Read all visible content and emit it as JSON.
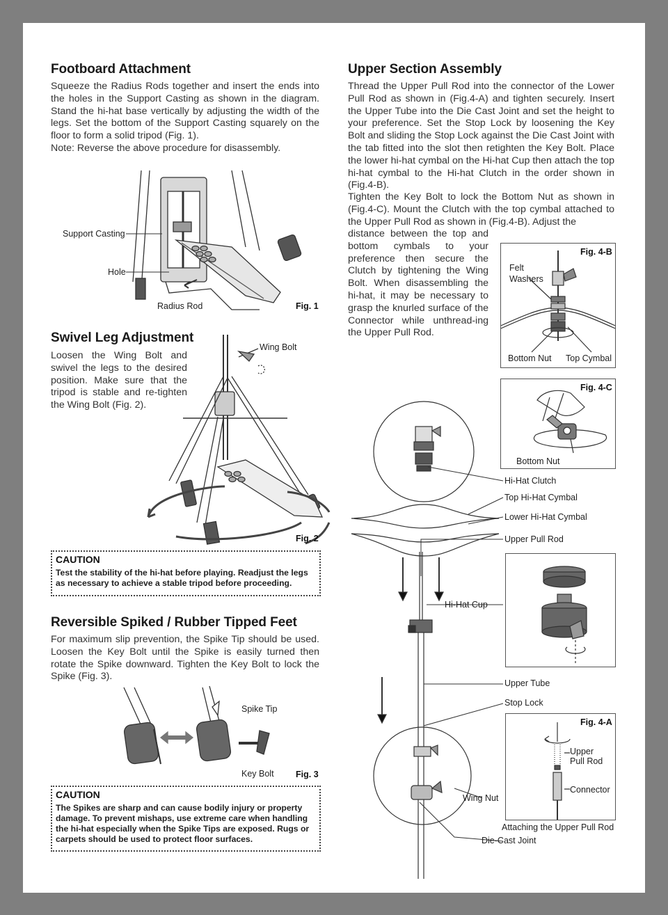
{
  "footboard": {
    "title": "Footboard Attachment",
    "body": "Squeeze the Radius Rods together and insert the ends into the holes in the Support Casting as shown in the diagram. Stand the hi-hat base vertically by adjusting the width of the legs. Set the bottom of the Support Casting squarely on the floor to form a solid tripod (Fig. 1).",
    "note": "Note: Reverse the above procedure for disassembly.",
    "labels": {
      "support_casting": "Support Casting",
      "hole": "Hole",
      "radius_rod": "Radius Rod"
    },
    "fig": "Fig. 1"
  },
  "swivel": {
    "title": "Swivel Leg Adjustment",
    "body": "Loosen the Wing Bolt and swivel the legs to the desired position. Make sure that the tripod is stable and re-tighten the Wing Bolt (Fig. 2).",
    "labels": {
      "wing_bolt": "Wing Bolt"
    },
    "fig": "Fig. 2"
  },
  "caution1": {
    "title": "CAUTION",
    "body": "Test the stability of the hi-hat before playing. Readjust the legs as necessary to achieve a stable tripod before proceeding."
  },
  "feet": {
    "title": "Reversible Spiked / Rubber Tipped Feet",
    "body": "For maximum slip prevention, the Spike Tip should be used. Loosen the Key Bolt until the Spike is easily turned then rotate the Spike downward. Tighten the Key Bolt to lock the Spike  (Fig. 3).",
    "labels": {
      "spike_tip": "Spike Tip",
      "key_bolt": "Key Bolt"
    },
    "fig": "Fig. 3"
  },
  "caution2": {
    "title": "CAUTION",
    "body": "The Spikes are sharp and can cause bodily injury or property damage. To prevent mishaps, use extreme care when handling the hi-hat especially when the Spike Tips are exposed. Rugs or carpets should be used to protect floor surfaces."
  },
  "upper": {
    "title": "Upper Section Assembly",
    "body1": "Thread the Upper Pull Rod into the connector of the Lower Pull Rod as shown in (Fig.4-A) and tighten securely. Insert the Upper Tube into the Die Cast Joint and set the height to your preference. Set the Stop Lock by loosening the Key Bolt and sliding the Stop Lock against the Die Cast Joint with the tab fitted into the slot then retighten the Key Bolt. Place the lower hi-hat cymbal on the Hi-hat Cup then attach the top hi-hat cymbal to the Hi-hat Clutch in the order shown in (Fig.4-B).",
    "body2": "Tighten the Key Bolt to lock the Bottom Nut as shown in (Fig.4-C). Mount the Clutch with the top cymbal attached to the Upper Pull Rod as shown in (Fig.4-B). Adjust the",
    "body3": "distance between the top and bottom cymbals to your preference then secure the Clutch by tightening the Wing Bolt. When disassembling the hi-hat, it may be necessary to grasp the knurled surface of the Connector while unthread-ing the Upper Pull Rod."
  },
  "fig4b": {
    "fig": "Fig. 4-B",
    "felt": "Felt",
    "washers": "Washers",
    "bottom_nut": "Bottom Nut",
    "top_cymbal": "Top Cymbal"
  },
  "fig4c": {
    "fig": "Fig. 4-C",
    "bottom_nut": "Bottom Nut"
  },
  "assembly": {
    "hihat_clutch": "Hi-Hat Clutch",
    "top_cymbal": "Top Hi-Hat Cymbal",
    "lower_cymbal": "Lower Hi-Hat Cymbal",
    "upper_pull_rod": "Upper Pull Rod",
    "hihat_cup": "Hi-Hat Cup",
    "upper_tube": "Upper Tube",
    "stop_lock": "Stop Lock",
    "wing_nut": "Wing Nut",
    "die_cast_joint": "Die-Cast Joint"
  },
  "fig4a": {
    "fig": "Fig. 4-A",
    "upper": "Upper",
    "pull_rod": "Pull Rod",
    "connector": "Connector",
    "caption": "Attaching the Upper Pull Rod"
  }
}
